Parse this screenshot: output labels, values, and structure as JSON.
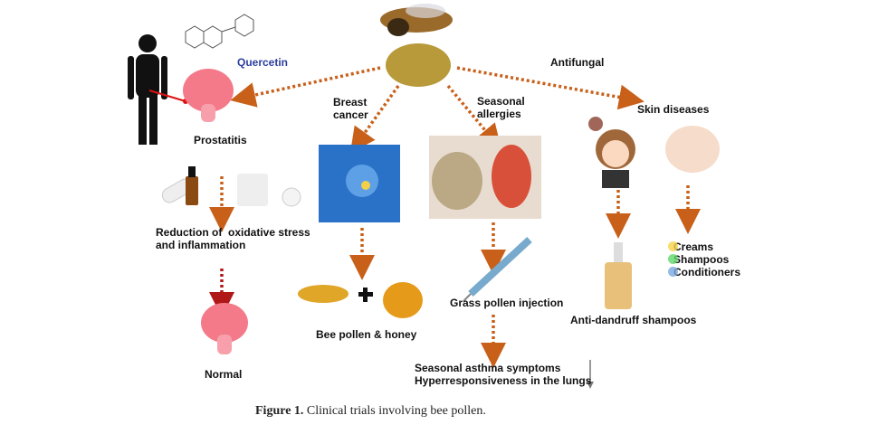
{
  "labels": {
    "quercetin": "Quercetin",
    "prostatitis": "Prostatitis",
    "breast_cancer": "Breast\ncancer",
    "seasonal_allergies": "Seasonal\nallergies",
    "antifungal": "Antifungal",
    "skin_diseases": "Skin diseases",
    "oxidative": "Reduction of  oxidative stress\nand inflammation",
    "normal": "Normal",
    "bee_pollen_honey": "Bee pollen & honey",
    "grass_pollen": "Grass pollen injection",
    "asthma": "Seasonal asthma symptoms\nHyperresponsiveness in the lungs",
    "anti_dandruff": "Anti-dandruff shampoos",
    "products": [
      "Creams",
      "Shampoos",
      "Conditioners"
    ]
  },
  "product_dot_colors": [
    "#f7d34a",
    "#5fd86a",
    "#7aa9e0"
  ],
  "caption": {
    "prefix": "Figure 1.",
    "text": " Clinical trials involving bee pollen."
  },
  "colors": {
    "arrow": "#c8601a",
    "arrow_red": "#b01818",
    "quercetin": "#2c3e9e"
  }
}
